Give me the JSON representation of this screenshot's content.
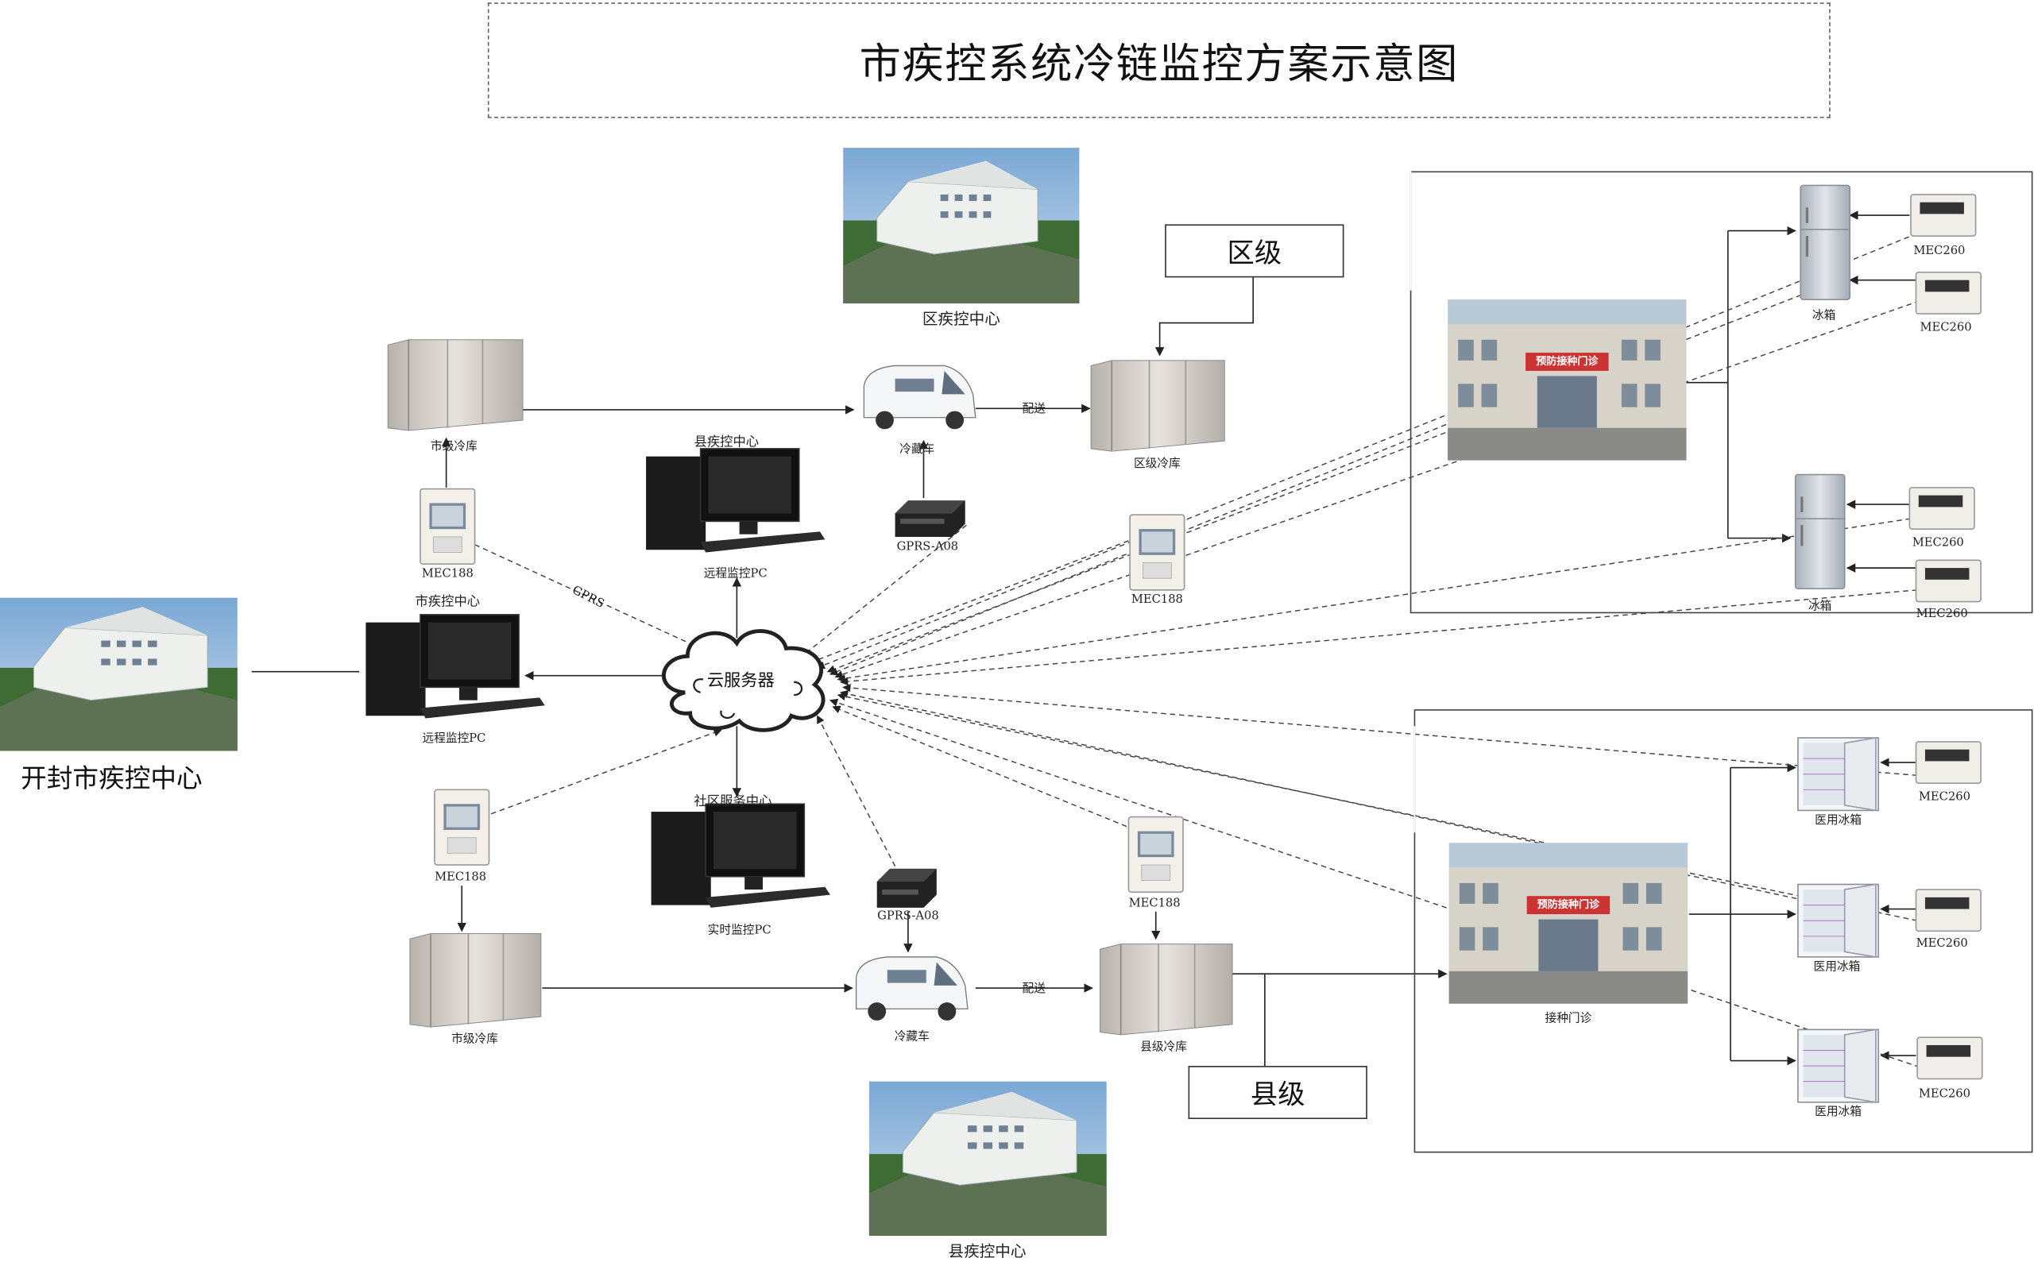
{
  "title": "市疾控系统冷链监控方案示意图",
  "levels": {
    "district": "区级",
    "county": "县级"
  },
  "labels": {
    "kaifeng_center": "开封市疾控中心",
    "district_cdc": "区疾控中心",
    "county_cdc_top": "县疾控中心",
    "county_cdc_bottom": "县疾控中心",
    "community_center": "社区服务中心",
    "city_cold_store_top": "市级冷库",
    "city_cold_store_bottom": "市级冷库",
    "district_cold_store": "区级冷库",
    "county_cold_store": "县级冷库",
    "reefer_top": "冷藏车",
    "reefer_bottom": "冷藏车",
    "deliver_top": "配送",
    "deliver_bottom": "配送",
    "gprs_a08_top": "GPRS-A08",
    "gprs_a08_bottom": "GPRS-A08",
    "mec188_city": "MEC188",
    "city_cdc": "市疾控中心",
    "mec188_city_bottom": "MEC188",
    "mec188_district": "MEC188",
    "mec188_county": "MEC188",
    "remote_pc_top": "远程监控PC",
    "remote_pc_left": "远程监控PC",
    "realtime_pc": "实时监控PC",
    "cloud": "云服务器",
    "gprs": "GPRS",
    "fridge_1": "冰箱",
    "fridge_2": "冰箱",
    "med_fridge_1": "医用冰箱",
    "med_fridge_2": "医用冰箱",
    "med_fridge_3": "医用冰箱",
    "vaccination_clinic": "接种门诊",
    "clinic_sign": "预防接种门诊",
    "mec260": "MEC260"
  },
  "colors": {
    "line": "#222222",
    "dashed": "#555555",
    "sky": "#8fb7dc",
    "grass": "#3f6b34",
    "building": "#eef0ee",
    "cold_store": "#cfc9c3",
    "fridge": "#c9ced4"
  }
}
